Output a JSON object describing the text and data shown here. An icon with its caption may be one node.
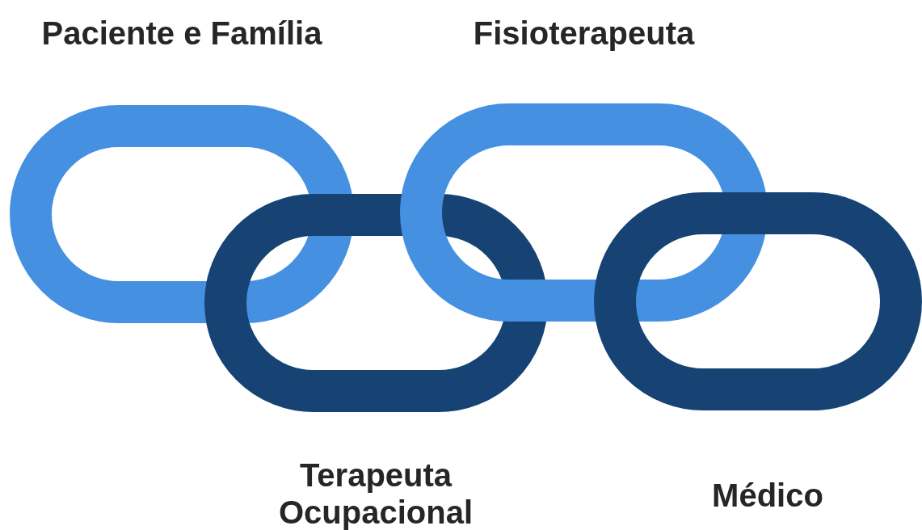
{
  "diagram": {
    "nodes": [
      {
        "text": [
          "Paciente e Família"
        ]
      },
      {
        "text": [
          "Terapeuta Ocupacional"
        ]
      },
      {
        "text": [
          "Fisioterapeuta"
        ]
      },
      {
        "text": [
          "Médico"
        ]
      }
    ]
  }
}
